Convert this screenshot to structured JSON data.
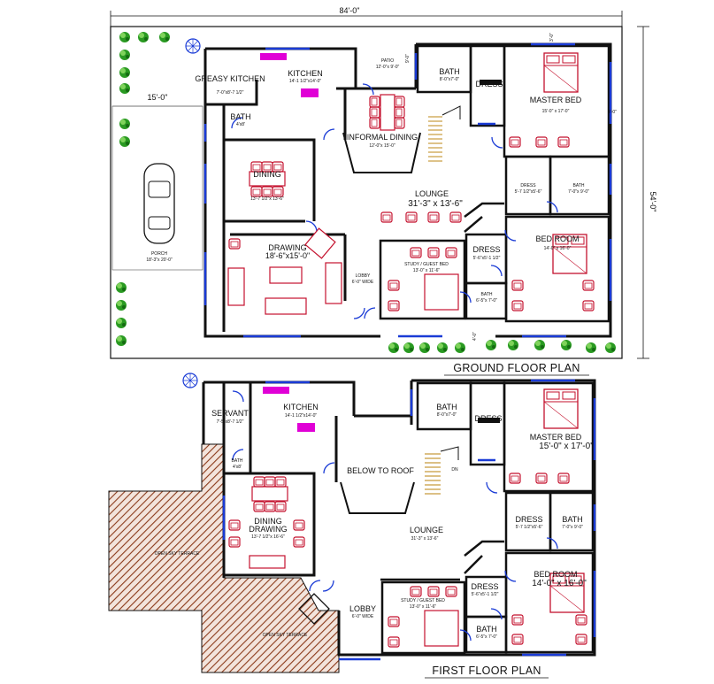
{
  "dimensions": {
    "overall_width": "84'-0\"",
    "overall_depth": "54'-0\"",
    "porch_width": "15'-0\"",
    "side_gap": "4'-0\"",
    "top_gap": "3'-0\"",
    "patio_gap": "9'-0\"",
    "lobby_gap": "4'-0\""
  },
  "titles": {
    "ground": "GROUND FLOOR PLAN",
    "first": "FIRST FLOOR PLAN"
  },
  "ground": {
    "greasy_kitchen": "GREASY KITCHEN",
    "greasy_kitchen_size": "7'-0\"x8'-7 1/2\"",
    "kitchen": "KITCHEN",
    "kitchen_size": "14'-1 1/2\"x14'-0\"",
    "patio": "PATIO",
    "patio_size": "12'-0\"x 9'-0\"",
    "bath": "BATH",
    "bath_size_a": "4'x8'",
    "bath_size_b": "8'-0\"x7'-0\"",
    "dress": "DRESS",
    "master_bed": "MASTER BED",
    "master_bed_size": "15'-0\" x 17'-0\"",
    "informal_dining": "INFORMAL DINING",
    "informal_dining_size": "12'-0\"x 15'-0\"",
    "dining": "DINING",
    "dining_size": "13'-7 1/2\"x 13'-6\"",
    "lounge": "LOUNGE",
    "lounge_size": "31'-3\" x 13'-6\"",
    "dress2_size": "5'-7 1/2\"x5'-6\"",
    "bath2_size": "7'-0\"x 9'-0\"",
    "drawing": "DRAWING",
    "drawing_size": "18'-6\"x15'-0\"",
    "bedroom": "BED ROOM",
    "bedroom_size": "14'-0\" x 16'-0\"",
    "porch": "PORCH",
    "porch_size": "18'-3\"x 20'-0\"",
    "lobby": "LOBBY",
    "lobby_size": "6'-0\" WIDE",
    "study": "STUDY / GUEST BED",
    "study_size": "13'-0\" x 11'-6\"",
    "dress3_size": "5'-6\"x5'-1 1/2\"",
    "bath3_size": "6'-5\"x 7'-0\""
  },
  "first": {
    "servant": "SERVANT",
    "servant_size": "7'-5\"x8'-7 1/2\"",
    "kitchen": "KITCHEN",
    "kitchen_size": "14'-1 1/2\"x14'-0\"",
    "bath": "BATH",
    "bath_size_a": "4'x8'",
    "bath_size_b": "8'-0\"x7'-0\"",
    "dress": "DRESS",
    "master_bed": "MASTER BED",
    "master_bed_size": "15'-0\" x 17'-0\"",
    "below_roof": "BELOW TO ROOF",
    "dn": "DN",
    "dining_drawing_1": "DINING",
    "dining_drawing_2": "DRAWING",
    "dining_drawing_size": "13'-7 1/2\"x 16'-6\"",
    "dress2_size": "5'-7 1/2\"x5'-6\"",
    "bath2_size": "7'-0\"x 9'-0\"",
    "lounge": "LOUNGE",
    "lounge_size": "31'-3\" x 13'-6\"",
    "terrace": "OPEN SKY TERRACE",
    "bedroom": "BED ROOM",
    "bedroom_size": "14'-0\" x 16'-0\"",
    "lobby": "LOBBY",
    "lobby_size": "6'-0\" WIDE",
    "study": "STUDY / GUEST BED",
    "study_size": "13'-0\" x 11'-6\"",
    "dress3_size": "5'-6\"x5'-1 1/2\"",
    "bath3_size": "6'-5\"x 7'-0\""
  },
  "colors": {
    "wall": "#111111",
    "window": "#1a3bd6",
    "furniture": "#c4122e",
    "kitchen_fixture": "#e000d6",
    "tree": "#2a9a22",
    "terrace_hatch": "#8b3a1a",
    "stairs": "#c89b3c"
  }
}
